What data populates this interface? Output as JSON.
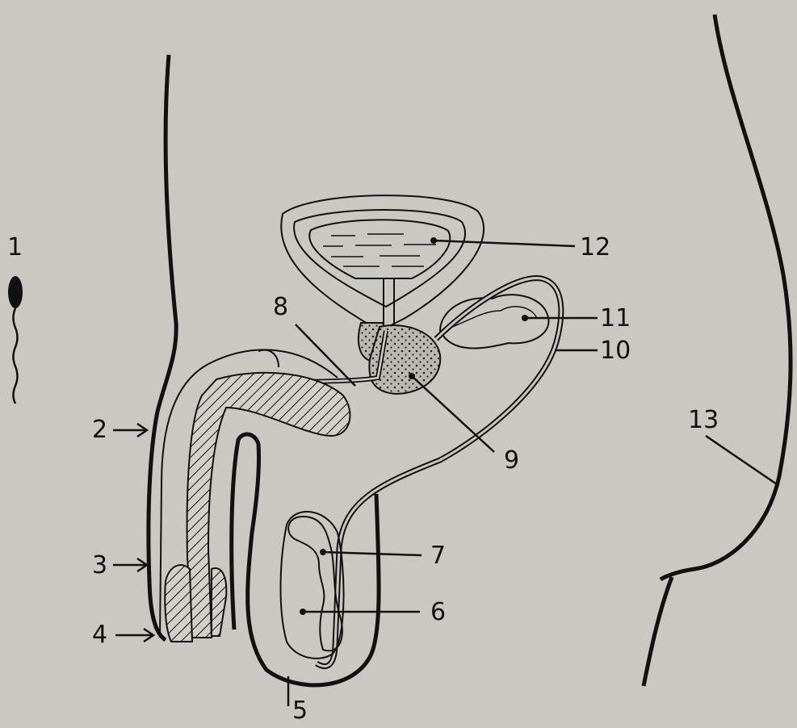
{
  "diagram": {
    "labels": {
      "l1": "1",
      "l2": "2",
      "l3": "3",
      "l4": "4",
      "l5": "5",
      "l6": "6",
      "l7": "7",
      "l8": "8",
      "l9": "9",
      "l10": "10",
      "l11": "11",
      "l12": "12",
      "l13": "13"
    },
    "colors": {
      "background": "#c9c8c2",
      "ink": "#111111",
      "gland_fill": "#b9b8b2"
    }
  }
}
